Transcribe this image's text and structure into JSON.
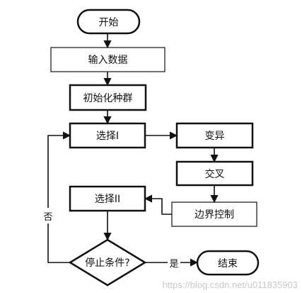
{
  "flowchart": {
    "start": "开始",
    "input": "输入数据",
    "init": "初始化种群",
    "select1": "选择I",
    "mutate": "变异",
    "crossover": "交叉",
    "boundary": "边界控制",
    "select2": "选择II",
    "condition": "停止条件?",
    "end": "结束",
    "yes_label": "是",
    "no_label": "否"
  },
  "colors": {
    "stroke": "#111111",
    "background": "#ffffff",
    "watermark": "#c8c8c8"
  },
  "watermark": "https://blog.csdn.net/u011835903"
}
